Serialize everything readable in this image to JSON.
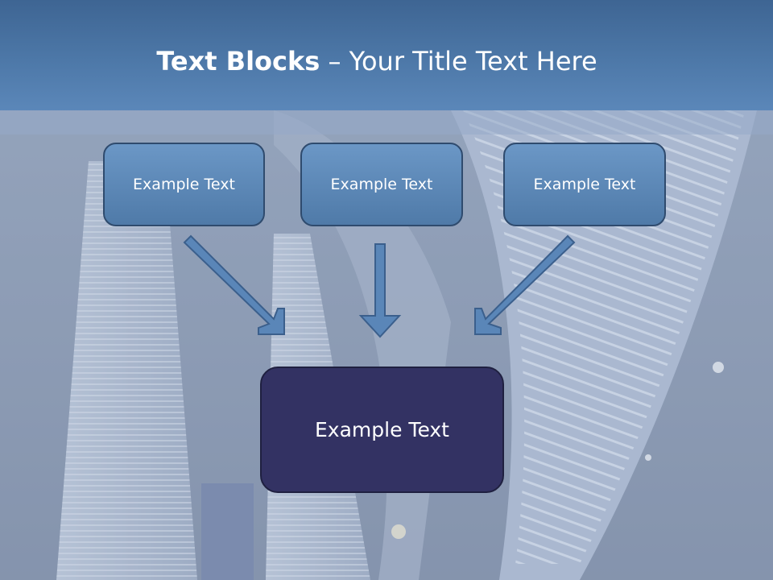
{
  "slide": {
    "title_bold": "Text Blocks",
    "title_rest": " – Your Title Text Here"
  },
  "blocks": [
    {
      "label": "Example Text"
    },
    {
      "label": "Example Text"
    },
    {
      "label": "Example Text"
    }
  ],
  "main_block": {
    "label": "Example Text"
  },
  "colors": {
    "header": "#4d78a8",
    "box_fill": "#5f8bbb",
    "box_border": "#2f4b6e",
    "main_fill": "#333263",
    "arrow_fill": "#5a86b8"
  }
}
